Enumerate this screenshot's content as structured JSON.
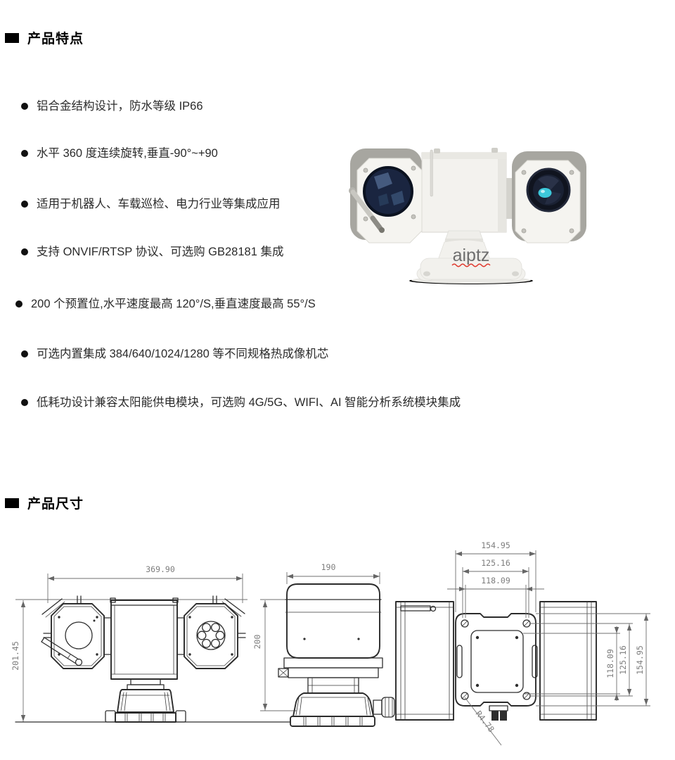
{
  "features": {
    "heading": "产品特点",
    "items": [
      "铝合金结构设计，防水等级 IP66",
      "水平 360 度连续旋转,垂直-90°~+90",
      "适用于机器人、车载巡检、电力行业等集成应用",
      "支持 ONVIF/RTSP 协议、可选购 GB28181 集成",
      "200 个预置位,水平速度最高 120°/S,垂直速度最高 55°/S",
      "可选内置集成 384/640/1024/1280 等不同规格热成像机芯",
      "低耗功设计兼容太阳能供电模块，可选购 4G/5G、WIFI、AI 智能分析系统模块集成"
    ]
  },
  "photo": {
    "brand": "aiptz"
  },
  "dimensions": {
    "heading": "产品尺寸",
    "front": {
      "width": "369.90",
      "height": "201.45"
    },
    "side": {
      "depth": "190",
      "height": "200"
    },
    "base": {
      "top": [
        "154.95",
        "125.16",
        "118.09"
      ],
      "right": [
        "118.09",
        "125.16",
        "154.95"
      ],
      "radius": "R4.78"
    }
  },
  "colors": {
    "squiggle_red": "#e03a2f",
    "thermal_cyan": "#3cc7d9",
    "drawing_line": "#2e2e2e",
    "dim_text": "#7d7d7d",
    "camera_body": "#f3f2ee",
    "pod_cap_gray": "#a7a6a0",
    "lens_navy": "#1a2540"
  }
}
